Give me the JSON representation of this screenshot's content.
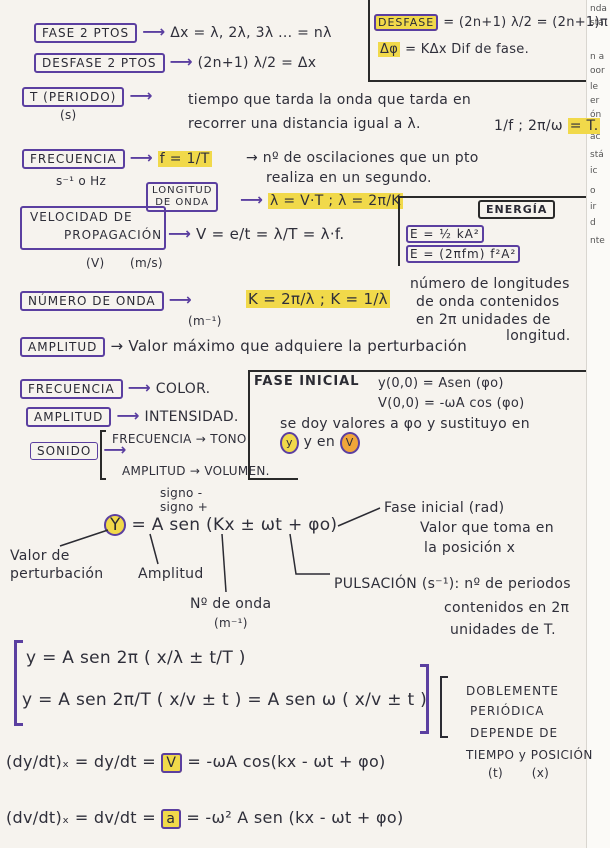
{
  "top": {
    "fase2ptos": {
      "label": "FASE 2 PTOS",
      "formula": "Δx = λ, 2λ, 3λ ... = nλ"
    },
    "desfase2ptos": {
      "label": "DESFASE 2 PTOS",
      "formula": "(2n+1) λ/2 = Δx"
    },
    "desfase_box": {
      "label": "DESFASE",
      "line1": "= (2n+1) λ/2 = (2n+1)π",
      "line2_key": "Δφ",
      "line2": "= KΔx Dif de fase."
    }
  },
  "periodo": {
    "label": "T (PERIODO)",
    "unit": "(s)",
    "text1": "tiempo que tarda la onda que tarda en",
    "text2": "recorrer una distancia igual a λ.",
    "formula": "1/f ; 2π/ω",
    "result": "= T."
  },
  "frecuencia": {
    "label": "FRECUENCIA",
    "unit": "s⁻¹ o Hz",
    "formula": "f = 1/T",
    "text1": "→ nº de oscilaciones que un pto",
    "text2": "realiza en un segundo."
  },
  "longitud": {
    "label1": "LONGITUD",
    "label2": "DE ONDA",
    "formula": "λ = V·T ; λ = 2π/K"
  },
  "velocidad": {
    "label1": "VELOCIDAD DE",
    "label2": "PROPAGACIÓN",
    "sym": "(V)",
    "unit": "(m/s)",
    "formula": "V = e/t = λ/T = λ·f."
  },
  "energia": {
    "title": "ENERGÍA",
    "e1": "E = ½ kA²",
    "e2": "E = (2πfm) f²A²"
  },
  "numero_onda": {
    "label": "NÚMERO DE ONDA",
    "unit": "(m⁻¹)",
    "formula": "K = 2π/λ ; K = 1/λ",
    "text1": "número de longitudes",
    "text2": "de onda contenidos",
    "text3": "en 2π unidades de",
    "text4": "longitud."
  },
  "amplitud": {
    "label": "AMPLITUD",
    "text": "→ Valor máximo que adquiere la perturbación"
  },
  "sonido": {
    "frecuencia": "FRECUENCIA",
    "color": "COLOR.",
    "amplitud": "AMPLITUD",
    "intensidad": "INTENSIDAD.",
    "sonido": "SONIDO",
    "tono": "FRECUENCIA → TONO",
    "volumen": "AMPLITUD → VOLUMEN."
  },
  "fase_inicial": {
    "title": "FASE INICIAL",
    "eq1": "y(0,0) = Asen (φo)",
    "eq2": "V(0,0) = -ωA cos (φo)",
    "text1": "se doy valores a φo y sustituyo en",
    "text2": "y en",
    "y_sym": "y",
    "v_sym": "V"
  },
  "wave_eq": {
    "signo_top": "signo -",
    "signo_bottom": "signo +",
    "y": "Y",
    "eq": "= A sen (Kx ± ωt + φo)",
    "a": "A",
    "valor_de": "Valor de",
    "perturbacion": "perturbación",
    "amplitud": "Amplitud",
    "num_onda1": "Nº de onda",
    "num_onda2": "(m⁻¹)",
    "fase1": "Fase inicial (rad)",
    "fase2": "Valor que toma en",
    "fase3": "la posición x",
    "pulsacion1": "PULSACIÓN (s⁻¹): nº de periodos",
    "pulsacion2": "contenidos en 2π",
    "pulsacion3": "unidades de T."
  },
  "forms": {
    "f1": "y = A sen 2π ( x/λ ± t/T )",
    "f2": "y = A sen 2π/T ( x/v ± t ) = A sen ω ( x/v ± t )",
    "doble1": "DOBLEMENTE",
    "doble2": "PERIÓDICA",
    "doble3": "DEPENDE DE",
    "doble4": "TIEMPO y POSICIÓN",
    "doble5": "(t)       (x)"
  },
  "derivs": {
    "d1_left": "(dy/dt)ₓ = dy/dt =",
    "d1_sym": "V",
    "d1_right": "= -ωA cos(kx - ωt + φo)",
    "d2_left": "(dv/dt)ₓ = dv/dt =",
    "d2_sym": "a",
    "d2_right": "= -ω² A sen (kx - ωt + φo)"
  },
  "right_col": [
    "nda",
    "sta",
    "n a",
    "oor",
    "le",
    "er",
    "ón",
    "ac",
    "stá",
    "ic",
    "o",
    "ir",
    "d",
    "nte"
  ]
}
